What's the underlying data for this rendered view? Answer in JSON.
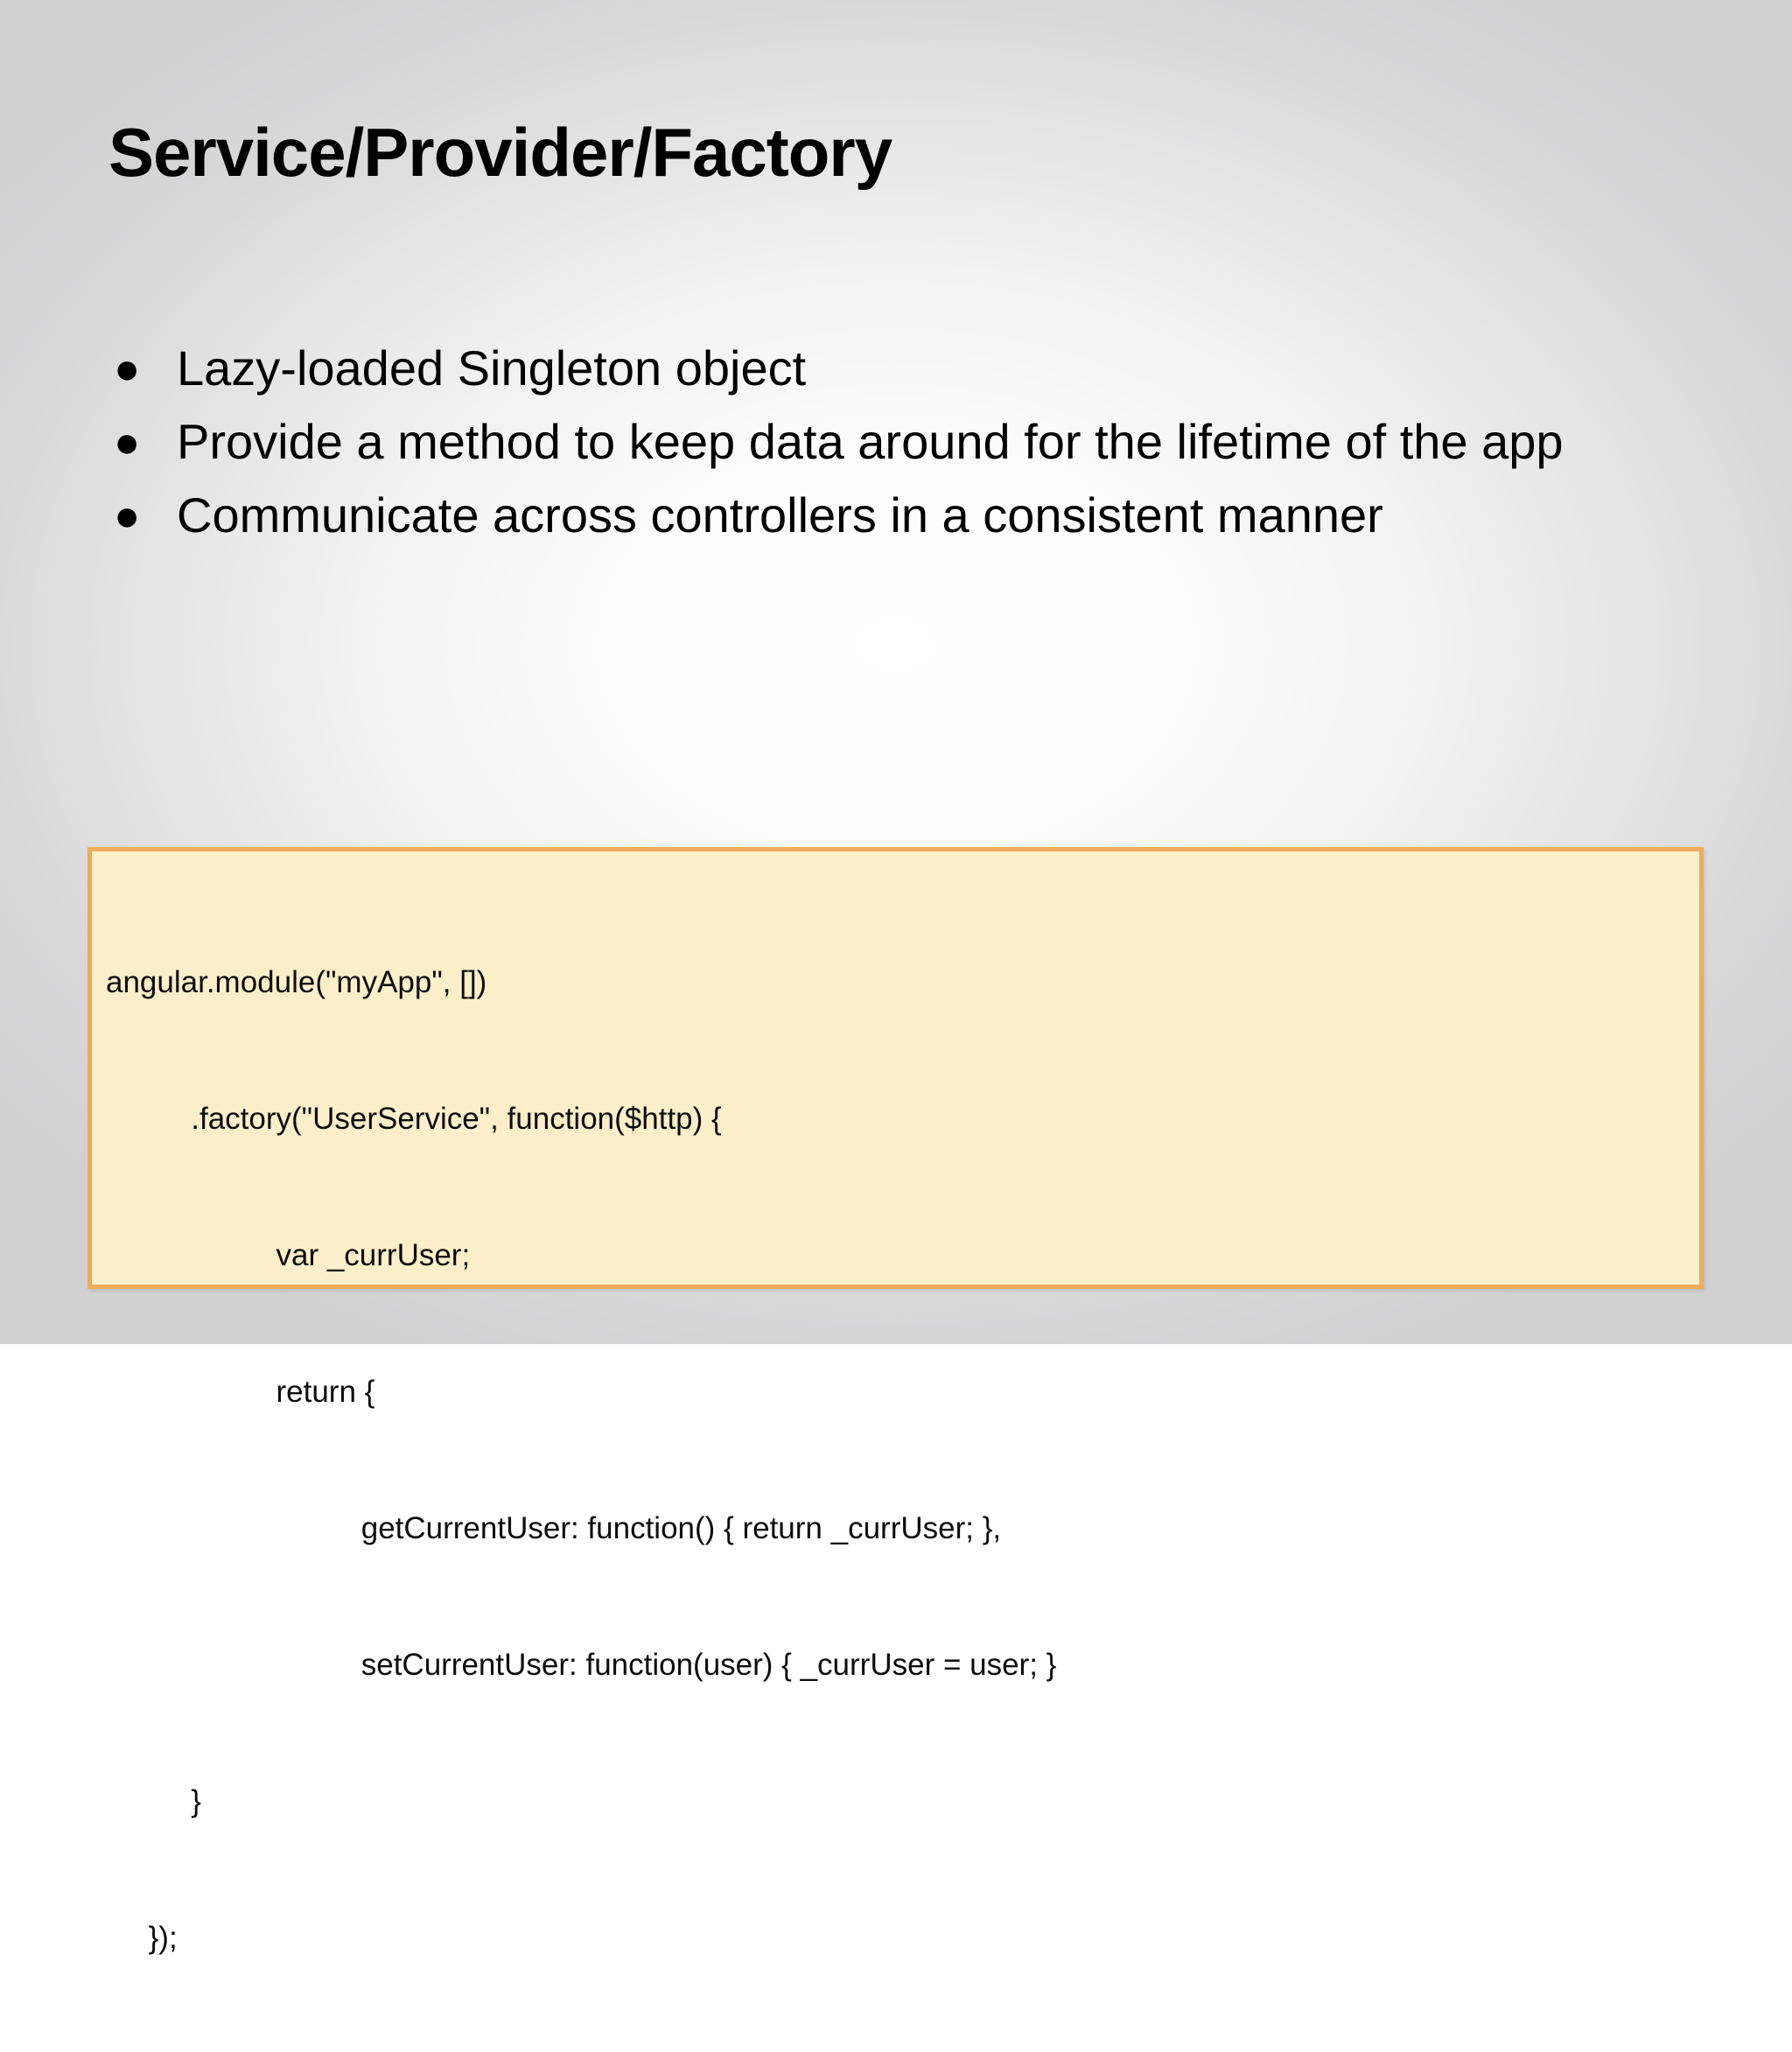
{
  "slide": {
    "title": "Service/Provider/Factory",
    "bullet_marker": "●",
    "bullets": [
      {
        "text": "Lazy-loaded Singleton object"
      },
      {
        "text": "Provide a method to keep data around for the lifetime of the app"
      },
      {
        "text": "Communicate across controllers in a consistent manner"
      }
    ],
    "code_block": {
      "language": "javascript",
      "background_color": "#fcefca",
      "border_color": "#eeac5c",
      "lines": [
        "angular.module(\"myApp\", [])",
        "          .factory(\"UserService\", function($http) {",
        "                    var _currUser;",
        "                    return {",
        "                              getCurrentUser: function() { return _currUser; },",
        "                              setCurrentUser: function(user) { _currUser = user; }",
        "          }",
        "     });"
      ]
    },
    "background": {
      "base_color": "#d2d2d3",
      "highlight_color": "#ffffff"
    }
  }
}
